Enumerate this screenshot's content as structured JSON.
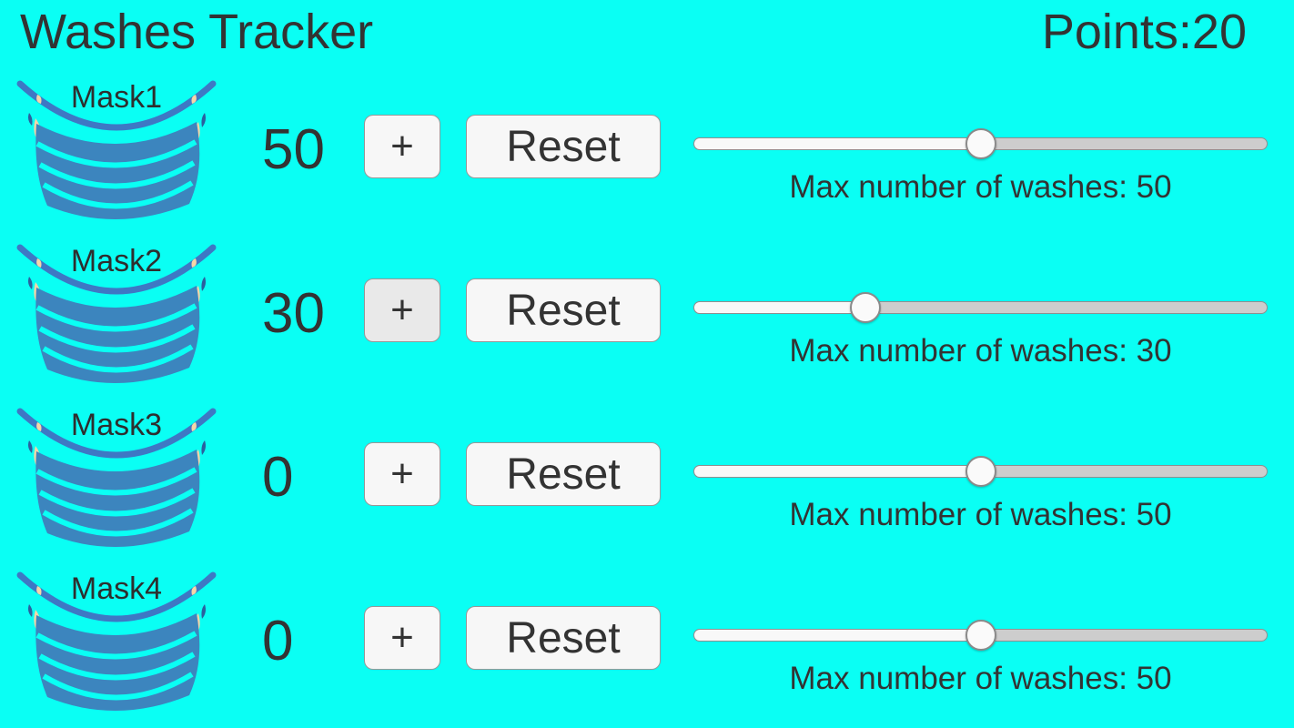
{
  "app": {
    "title": "Washes Tracker",
    "points_label": "Points:",
    "points_value": "20"
  },
  "colors": {
    "background": "#0AFFF4",
    "text": "#333333",
    "button_background": "#F7F7F7",
    "button_background_pressed": "#E9E9E9",
    "button_border": "#979797",
    "slider_fill": "#F8F8F8",
    "slider_track": "#CDCDCD",
    "mask_body": "#3C85BE",
    "mask_strap": "#3E78C4",
    "mask_ear": "#F6D6A8"
  },
  "icons": {
    "mask_icon": "face-mask-icon"
  },
  "rows": [
    {
      "mask_label": "Mask1",
      "count": "50",
      "plus_label": "+",
      "plus_pressed": false,
      "reset_label": "Reset",
      "slider_percent": 50,
      "max_washes": 50,
      "max_label": "Max number of washes: 50"
    },
    {
      "mask_label": "Mask2",
      "count": "30",
      "plus_label": "+",
      "plus_pressed": true,
      "reset_label": "Reset",
      "slider_percent": 30,
      "max_washes": 30,
      "max_label": "Max number of washes: 30"
    },
    {
      "mask_label": "Mask3",
      "count": "0",
      "plus_label": "+",
      "plus_pressed": false,
      "reset_label": "Reset",
      "slider_percent": 50,
      "max_washes": 50,
      "max_label": "Max number of washes: 50"
    },
    {
      "mask_label": "Mask4",
      "count": "0",
      "plus_label": "+",
      "plus_pressed": false,
      "reset_label": "Reset",
      "slider_percent": 50,
      "max_washes": 50,
      "max_label": "Max number of washes: 50"
    }
  ]
}
